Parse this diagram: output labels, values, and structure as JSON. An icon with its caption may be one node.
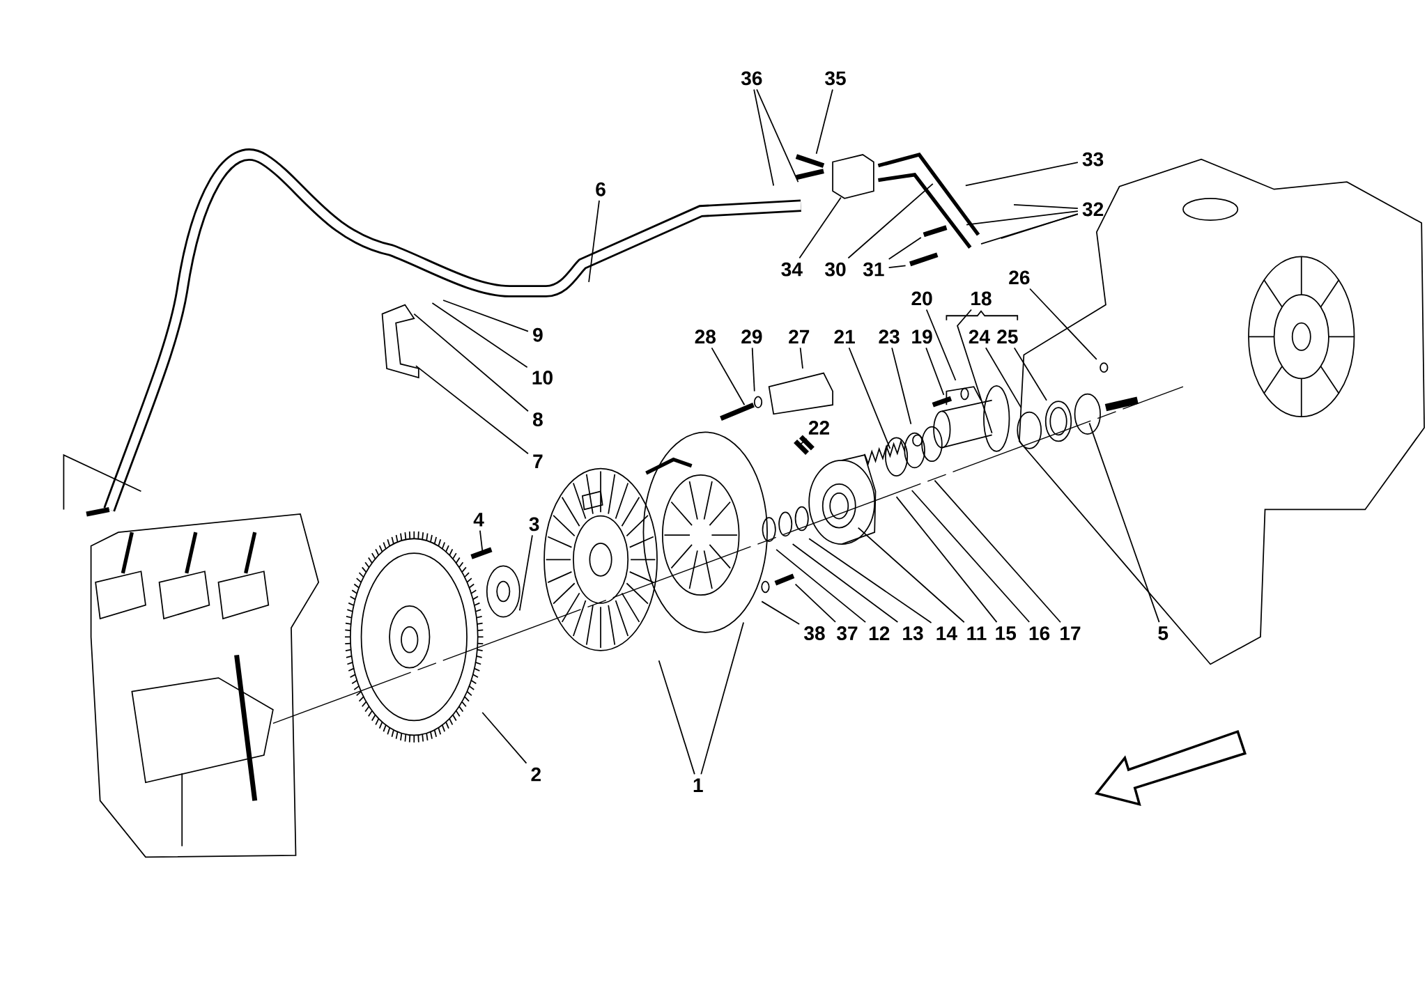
{
  "diagram": {
    "nodes": [
      {
        "text": [
          "36"
        ]
      },
      {
        "text": [
          "35"
        ]
      },
      {
        "text": [
          "33"
        ]
      },
      {
        "text": [
          "6"
        ]
      },
      {
        "text": [
          "32"
        ]
      },
      {
        "text": [
          "34"
        ]
      },
      {
        "text": [
          "30"
        ]
      },
      {
        "text": [
          "31"
        ]
      },
      {
        "text": [
          "26"
        ]
      },
      {
        "text": [
          "20"
        ]
      },
      {
        "text": [
          "18"
        ]
      },
      {
        "text": [
          "9"
        ]
      },
      {
        "text": [
          "28"
        ]
      },
      {
        "text": [
          "29"
        ]
      },
      {
        "text": [
          "27"
        ]
      },
      {
        "text": [
          "21"
        ]
      },
      {
        "text": [
          "23"
        ]
      },
      {
        "text": [
          "19"
        ]
      },
      {
        "text": [
          "24"
        ]
      },
      {
        "text": [
          "25"
        ]
      },
      {
        "text": [
          "10"
        ]
      },
      {
        "text": [
          "8"
        ]
      },
      {
        "text": [
          "22"
        ]
      },
      {
        "text": [
          "7"
        ]
      },
      {
        "text": [
          "4"
        ]
      },
      {
        "text": [
          "3"
        ]
      },
      {
        "text": [
          "38"
        ]
      },
      {
        "text": [
          "37"
        ]
      },
      {
        "text": [
          "12"
        ]
      },
      {
        "text": [
          "13"
        ]
      },
      {
        "text": [
          "14"
        ]
      },
      {
        "text": [
          "11"
        ]
      },
      {
        "text": [
          "15"
        ]
      },
      {
        "text": [
          "16"
        ]
      },
      {
        "text": [
          "17"
        ]
      },
      {
        "text": [
          "5"
        ]
      },
      {
        "text": [
          "2"
        ]
      },
      {
        "text": [
          "1"
        ]
      }
    ],
    "edges": [
      {
        "from": 0,
        "to": null,
        "arrow": "none"
      },
      {
        "from": 0,
        "to": null,
        "arrow": "none"
      },
      {
        "from": 1,
        "to": null,
        "arrow": "none"
      },
      {
        "from": 2,
        "to": null,
        "arrow": "none"
      },
      {
        "from": 3,
        "to": null,
        "arrow": "none"
      },
      {
        "from": 4,
        "to": null,
        "arrow": "none"
      },
      {
        "from": 4,
        "to": null,
        "arrow": "none"
      },
      {
        "from": 4,
        "to": null,
        "arrow": "none"
      },
      {
        "from": 4,
        "to": null,
        "arrow": "none"
      },
      {
        "from": 5,
        "to": null,
        "arrow": "none"
      },
      {
        "from": 6,
        "to": null,
        "arrow": "none"
      },
      {
        "from": 7,
        "to": null,
        "arrow": "none"
      },
      {
        "from": 7,
        "to": null,
        "arrow": "none"
      },
      {
        "from": 8,
        "to": null,
        "arrow": "none"
      },
      {
        "from": 9,
        "to": null,
        "arrow": "none"
      },
      {
        "from": 10,
        "to": null,
        "arrow": "none"
      },
      {
        "from": 11,
        "to": null,
        "arrow": "none"
      },
      {
        "from": 12,
        "to": null,
        "arrow": "none"
      },
      {
        "from": 13,
        "to": null,
        "arrow": "none"
      },
      {
        "from": 14,
        "to": null,
        "arrow": "none"
      },
      {
        "from": 15,
        "to": null,
        "arrow": "none"
      },
      {
        "from": 16,
        "to": null,
        "arrow": "none"
      },
      {
        "from": 17,
        "to": null,
        "arrow": "none"
      },
      {
        "from": 18,
        "to": null,
        "arrow": "none"
      },
      {
        "from": 19,
        "to": null,
        "arrow": "none"
      },
      {
        "from": 20,
        "to": null,
        "arrow": "none"
      },
      {
        "from": 21,
        "to": null,
        "arrow": "none"
      },
      {
        "from": 22,
        "to": null,
        "arrow": "none"
      },
      {
        "from": 23,
        "to": null,
        "arrow": "none"
      },
      {
        "from": 24,
        "to": null,
        "arrow": "none"
      },
      {
        "from": 25,
        "to": null,
        "arrow": "none"
      },
      {
        "from": 26,
        "to": null,
        "arrow": "none"
      },
      {
        "from": 27,
        "to": null,
        "arrow": "none"
      },
      {
        "from": 28,
        "to": null,
        "arrow": "none"
      },
      {
        "from": 29,
        "to": null,
        "arrow": "none"
      },
      {
        "from": 30,
        "to": null,
        "arrow": "none"
      },
      {
        "from": 31,
        "to": null,
        "arrow": "none"
      },
      {
        "from": 32,
        "to": null,
        "arrow": "none"
      },
      {
        "from": 33,
        "to": null,
        "arrow": "none"
      },
      {
        "from": 34,
        "to": null,
        "arrow": "none"
      },
      {
        "from": 35,
        "to": null,
        "arrow": "none"
      },
      {
        "from": 36,
        "to": null,
        "arrow": "none"
      },
      {
        "from": 37,
        "to": null,
        "arrow": "none"
      },
      {
        "from": 37,
        "to": null,
        "arrow": "none"
      }
    ]
  }
}
